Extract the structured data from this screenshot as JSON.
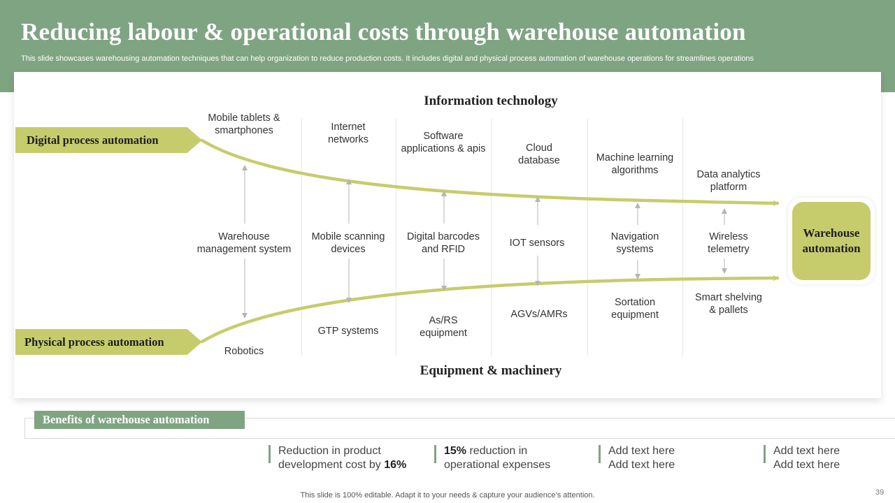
{
  "header": {
    "title": "Reducing labour & operational costs through warehouse automation",
    "subtitle": "This slide showcases warehousing automation techniques that can help organization to reduce production costs. It includes digital and physical process automation of warehouse operations for streamlines operations"
  },
  "diagram": {
    "top_heading": "Information  technology",
    "bottom_heading": "Equipment  & machinery",
    "left_top_tag": "Digital process automation",
    "left_bottom_tag": "Physical process automation",
    "hub_line1": "Warehouse",
    "hub_line2": "automation",
    "columns": [
      {
        "top": [
          "Mobile tablets &",
          "smartphones"
        ],
        "middle": [
          "Warehouse",
          "management system"
        ],
        "bottom": [
          "Robotics"
        ]
      },
      {
        "top": [
          "Internet",
          "networks"
        ],
        "middle": [
          "Mobile scanning",
          "devices"
        ],
        "bottom": [
          "GTP systems"
        ]
      },
      {
        "top": [
          "Software",
          "applications & apis"
        ],
        "middle": [
          "Digital barcodes",
          "and RFID"
        ],
        "bottom": [
          "As/RS",
          "equipment"
        ]
      },
      {
        "top": [
          "Cloud",
          "database"
        ],
        "middle": [
          "IOT sensors"
        ],
        "bottom": [
          "AGVs/AMRs"
        ]
      },
      {
        "top": [
          "Machine learning",
          "algorithms"
        ],
        "middle": [
          "Navigation",
          "systems"
        ],
        "bottom": [
          "Sortation",
          "equipment"
        ]
      },
      {
        "top": [
          "Data analytics",
          "platform"
        ],
        "middle": [
          "Wireless",
          "telemetry"
        ],
        "bottom": [
          "Smart shelving",
          "& pallets"
        ]
      }
    ]
  },
  "benefits": {
    "heading": "Benefits of warehouse automation",
    "items": [
      {
        "line1": "Reduction in product",
        "line2_pre": "development  cost by ",
        "line2_bold": "16%",
        "line1_bold": ""
      },
      {
        "line1_bold": "15%",
        "line1": " reduction in",
        "line2_pre": "operational expenses",
        "line2_bold": ""
      },
      {
        "line1": "Add text here",
        "line2_pre": "Add text here",
        "line2_bold": "",
        "line1_bold": ""
      },
      {
        "line1": "Add text here",
        "line2_pre": "Add text here",
        "line2_bold": "",
        "line1_bold": ""
      }
    ]
  },
  "footer": {
    "note": "This slide is 100% editable. Adapt it to your needs & capture your audience’s attention.",
    "page_number": "39"
  },
  "colors": {
    "header_green": "#7fa482",
    "accent_olive": "#c6cc6b",
    "arrow_gray": "#b5b5b5"
  }
}
